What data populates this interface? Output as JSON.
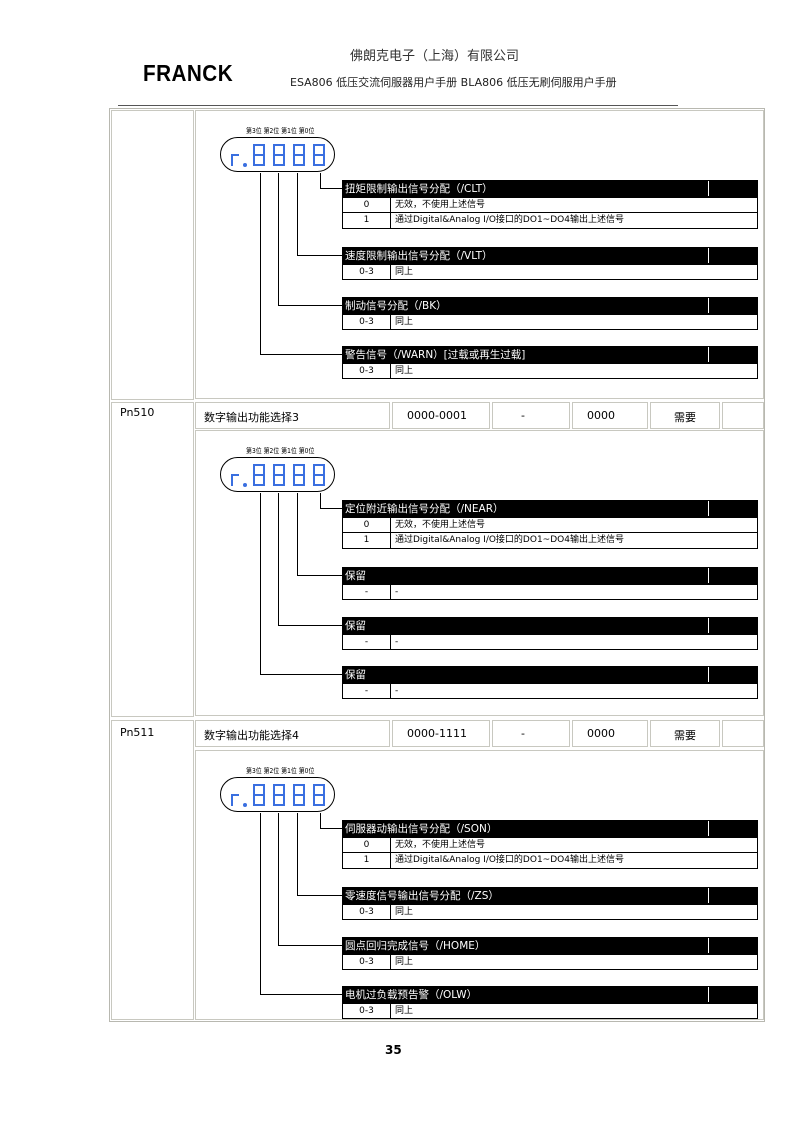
{
  "header": {
    "logo": "FRANCK",
    "company": "佛朗克电子（上海）有限公司",
    "subtitle": "ESA806 低压交流伺服器用户手册  BLA806 低压无刷伺服用户手册"
  },
  "display": {
    "digit_labels": "第3位 第2位 第1位 第0位"
  },
  "params": [
    {
      "code": "Pn510",
      "name": "数字输出功能选择3",
      "range": "0000-0001",
      "unit": "-",
      "default": "0000",
      "restart": "需要"
    },
    {
      "code": "Pn511",
      "name": "数字输出功能选择4",
      "range": "0000-1111",
      "unit": "-",
      "default": "0000",
      "restart": "需要"
    }
  ],
  "sections": [
    {
      "boxes": [
        {
          "title": "扭矩限制输出信号分配（/CLT）",
          "rows": [
            {
              "v": "0",
              "d": "无效，不使用上述信号"
            },
            {
              "v": "1",
              "d": "通过Digital&Analog I/O接口的DO1~DO4输出上述信号"
            }
          ]
        },
        {
          "title": "速度限制输出信号分配（/VLT）",
          "rows": [
            {
              "v": "0-3",
              "d": "同上"
            }
          ]
        },
        {
          "title": "制动信号分配（/BK）",
          "rows": [
            {
              "v": "0-3",
              "d": "同上"
            }
          ]
        },
        {
          "title": "警告信号（/WARN）[过载或再生过载]",
          "rows": [
            {
              "v": "0-3",
              "d": "同上"
            }
          ]
        }
      ]
    },
    {
      "boxes": [
        {
          "title": "定位附近输出信号分配（/NEAR）",
          "rows": [
            {
              "v": "0",
              "d": "无效，不使用上述信号"
            },
            {
              "v": "1",
              "d": "通过Digital&Analog I/O接口的DO1~DO4输出上述信号"
            }
          ]
        },
        {
          "title": "保留",
          "rows": [
            {
              "v": "-",
              "d": "-"
            }
          ]
        },
        {
          "title": "保留",
          "rows": [
            {
              "v": "-",
              "d": "-"
            }
          ]
        },
        {
          "title": "保留",
          "rows": [
            {
              "v": "-",
              "d": "-"
            }
          ]
        }
      ]
    },
    {
      "boxes": [
        {
          "title": "伺服器动输出信号分配（/SON）",
          "rows": [
            {
              "v": "0",
              "d": "无效，不使用上述信号"
            },
            {
              "v": "1",
              "d": "通过Digital&Analog I/O接口的DO1~DO4输出上述信号"
            }
          ]
        },
        {
          "title": "零速度信号输出信号分配（/ZS）",
          "rows": [
            {
              "v": "0-3",
              "d": "同上"
            }
          ]
        },
        {
          "title": "圆点回归完成信号（/HOME）",
          "rows": [
            {
              "v": "0-3",
              "d": "同上"
            }
          ]
        },
        {
          "title": "电机过负载预告警（/OLW）",
          "rows": [
            {
              "v": "0-3",
              "d": "同上"
            }
          ]
        }
      ]
    }
  ],
  "page_number": "35"
}
